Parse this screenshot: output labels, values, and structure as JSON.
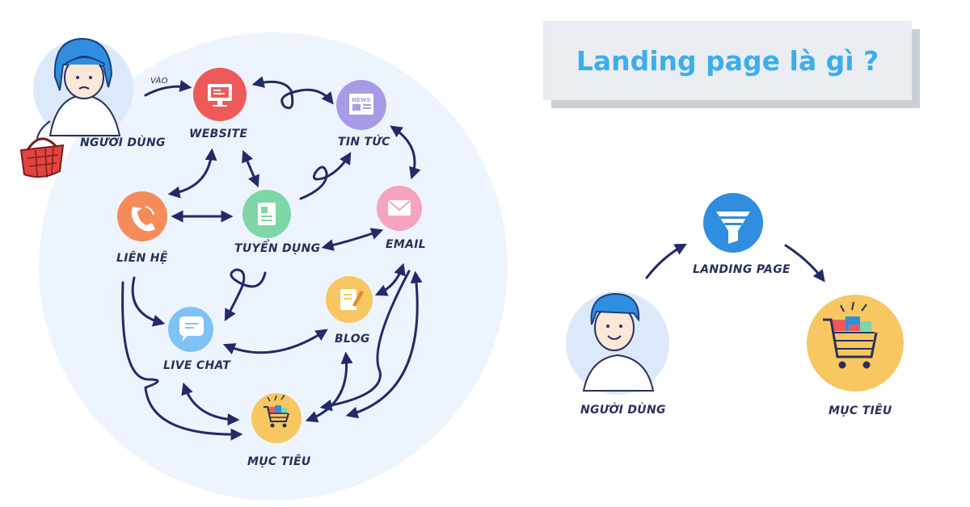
{
  "title": "Landing page là gì ?",
  "left_diagram": {
    "edge_label": "VÀO",
    "nodes": {
      "user": "NGƯỜI DÙNG",
      "website": "WEBSITE",
      "news": "TIN TỨC",
      "contact": "LIÊN HỆ",
      "recruit": "TUYỂN DỤNG",
      "email": "EMAIL",
      "chat": "LIVE CHAT",
      "blog": "BLOG",
      "goal": "MỤC TIÊU"
    },
    "news_badge": "NEWS"
  },
  "right_diagram": {
    "nodes": {
      "landing": "LANDING PAGE",
      "user": "NGƯỜI DÙNG",
      "goal": "MỤC TIÊU"
    }
  },
  "colors": {
    "title_text": "#3aaef0",
    "title_bg": "#eaedf1",
    "background_circle": "#eef4fd",
    "arrow": "#232a6b",
    "website": "#ee5a59",
    "news": "#a89be6",
    "contact": "#f48c5a",
    "recruit": "#7fd6a8",
    "email": "#f6a3bd",
    "chat": "#7fc3f5",
    "blog": "#f8c761",
    "goal": "#f8c761",
    "landing": "#2f8ee0"
  }
}
